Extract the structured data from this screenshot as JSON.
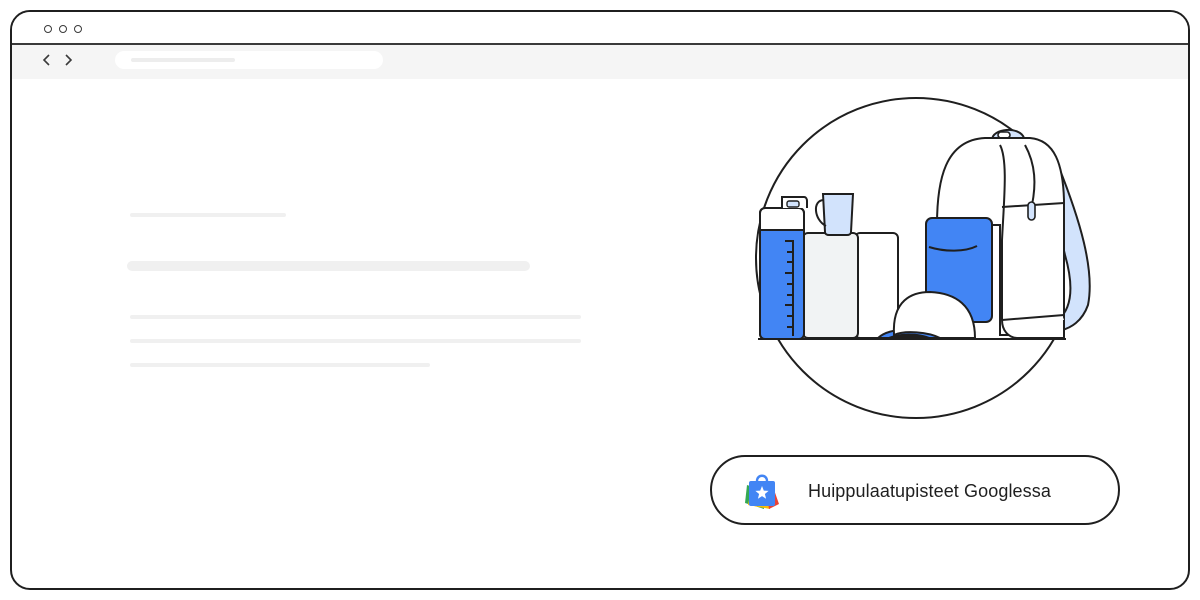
{
  "window": {
    "traffic_lights": [
      "dot-1",
      "dot-2",
      "dot-3"
    ]
  },
  "toolbar": {
    "back_icon": "‹",
    "forward_icon": "›",
    "back_label": "<",
    "forward_label": ">",
    "url_placeholder": ""
  },
  "content": {
    "skeleton_lines": [
      {
        "role": "eyebrow"
      },
      {
        "role": "headline"
      },
      {
        "role": "body-line-1"
      },
      {
        "role": "body-line-2"
      },
      {
        "role": "body-line-3"
      }
    ]
  },
  "illustration": {
    "description": "Outline illustration of a water bottle, mug, boxes, backpack and cap inside a circle",
    "colors": {
      "blue": "#4285f4",
      "light_blue": "#d2e3fc",
      "light_gray": "#f1f3f4",
      "outline": "#1f1f1f"
    }
  },
  "promo": {
    "label": "Huippulaatupisteet Googlessa",
    "icon": "shopping-bag-star-icon",
    "icon_colors": {
      "blue": "#4285f4",
      "red": "#ea4335",
      "yellow": "#fbbc04",
      "green": "#34a853"
    }
  }
}
